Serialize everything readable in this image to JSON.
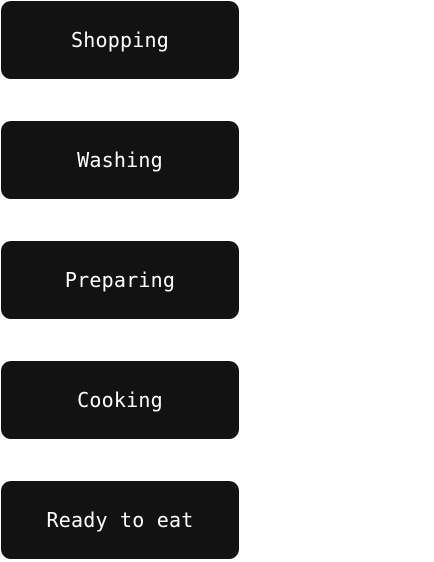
{
  "steps": [
    {
      "label": "Shopping"
    },
    {
      "label": "Washing"
    },
    {
      "label": "Preparing"
    },
    {
      "label": "Cooking"
    },
    {
      "label": "Ready to eat"
    }
  ],
  "colors": {
    "button_background": "#121212",
    "button_text": "#ffffff",
    "page_background": "#ffffff"
  }
}
